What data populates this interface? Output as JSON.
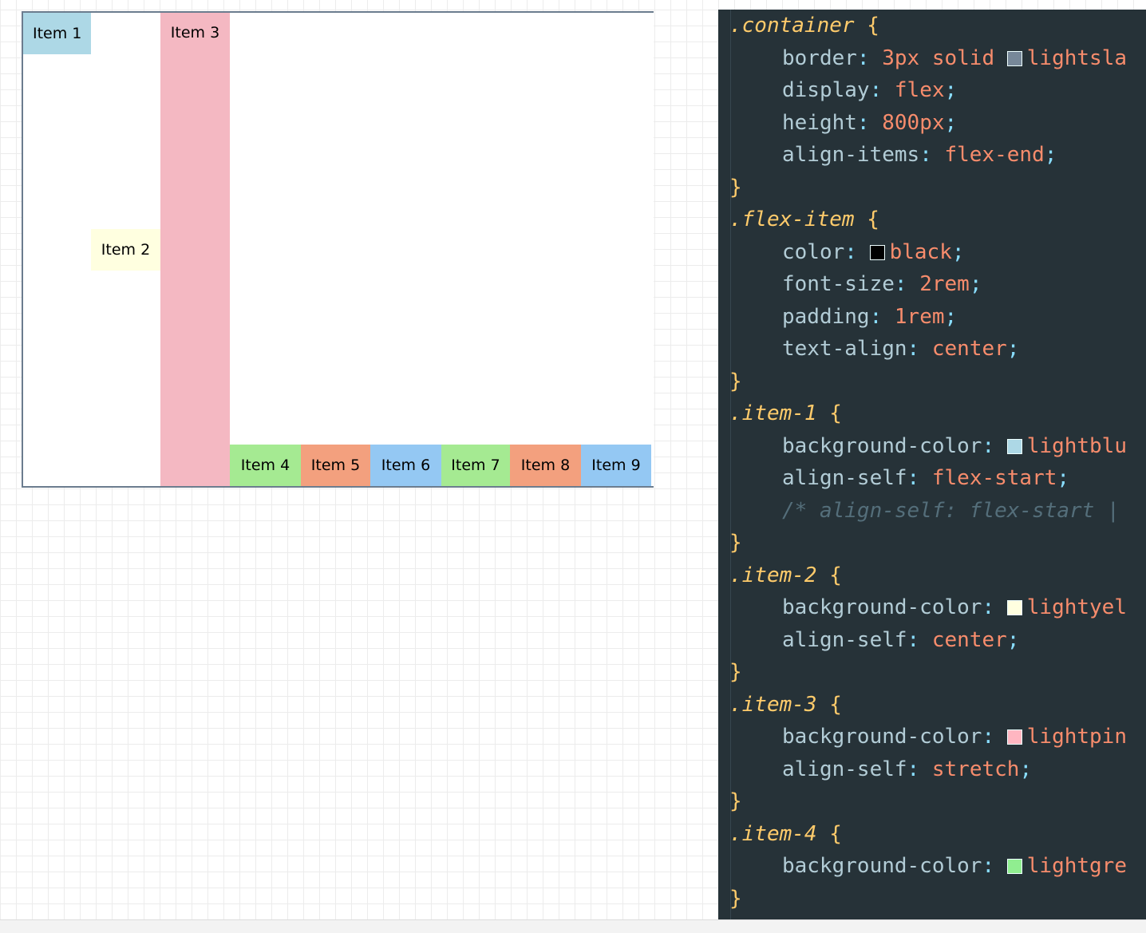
{
  "preview": {
    "items": [
      {
        "label": "Item 1",
        "color": "#add8e6"
      },
      {
        "label": "Item 2",
        "color": "#ffffe0"
      },
      {
        "label": "Item 3",
        "color": "#f4b8c2"
      },
      {
        "label": "Item 4",
        "color": "#a5ea92"
      },
      {
        "label": "Item 5",
        "color": "#f3a07e"
      },
      {
        "label": "Item 6",
        "color": "#94c8f3"
      },
      {
        "label": "Item 7",
        "color": "#a5ea92"
      },
      {
        "label": "Item 8",
        "color": "#f3a07e"
      },
      {
        "label": "Item 9",
        "color": "#94c8f3"
      }
    ]
  },
  "editor": {
    "theme": {
      "background": "#263238",
      "selector": "#ffcb6b",
      "property": "#b2ccd6",
      "value": "#f78c6c",
      "punctuation": "#89ddff",
      "comment": "#546e7a"
    },
    "rules": [
      {
        "selector": ".container",
        "decls": [
          {
            "prop": "border",
            "val": "3px solid ",
            "swatch": "#778899",
            "val2": "lightsla"
          },
          {
            "prop": "display",
            "val": "flex",
            "semi": true
          },
          {
            "prop": "height",
            "val": "800px",
            "semi": true
          },
          {
            "prop": "align-items",
            "val": "flex-end",
            "semi": true
          }
        ]
      },
      {
        "selector": ".flex-item",
        "decls": [
          {
            "prop": "color",
            "val": "",
            "swatch": "#000000",
            "val2": "black",
            "semi": true
          },
          {
            "prop": "font-size",
            "val": "2rem",
            "semi": true
          },
          {
            "prop": "padding",
            "val": "1rem",
            "semi": true
          },
          {
            "prop": "text-align",
            "val": "center",
            "semi": true
          }
        ]
      },
      {
        "selector": ".item-1",
        "decls": [
          {
            "prop": "background-color",
            "val": "",
            "swatch": "#add8e6",
            "val2": "lightblu"
          },
          {
            "prop": "align-self",
            "val": "flex-start",
            "semi": true
          },
          {
            "comment": "/* align-self: flex-start | "
          }
        ]
      },
      {
        "selector": ".item-2",
        "decls": [
          {
            "prop": "background-color",
            "val": "",
            "swatch": "#ffffe0",
            "val2": "lightyel"
          },
          {
            "prop": "align-self",
            "val": "center",
            "semi": true
          }
        ]
      },
      {
        "selector": ".item-3",
        "decls": [
          {
            "prop": "background-color",
            "val": "",
            "swatch": "#ffb6c1",
            "val2": "lightpin"
          },
          {
            "prop": "align-self",
            "val": "stretch",
            "semi": true
          }
        ]
      },
      {
        "selector": ".item-4",
        "decls": [
          {
            "prop": "background-color",
            "val": "",
            "swatch": "#90ee90",
            "val2": "lightgre"
          }
        ]
      }
    ]
  }
}
